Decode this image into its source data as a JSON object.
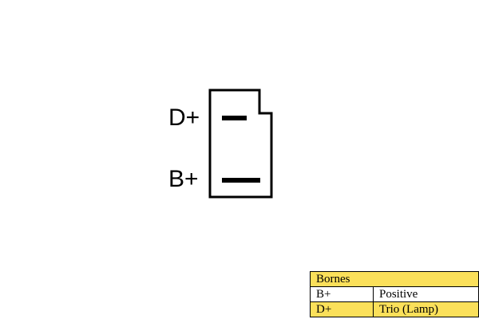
{
  "connector": {
    "terminals": [
      {
        "label": "D+"
      },
      {
        "label": "B+"
      }
    ]
  },
  "legend": {
    "header": "Bornes",
    "rows": [
      {
        "key": "B+",
        "value": "Positive"
      },
      {
        "key": "D+",
        "value": "Trio (Lamp)"
      }
    ]
  },
  "colors": {
    "highlight": "#fbe05a",
    "stroke": "#000000",
    "background": "#ffffff"
  }
}
